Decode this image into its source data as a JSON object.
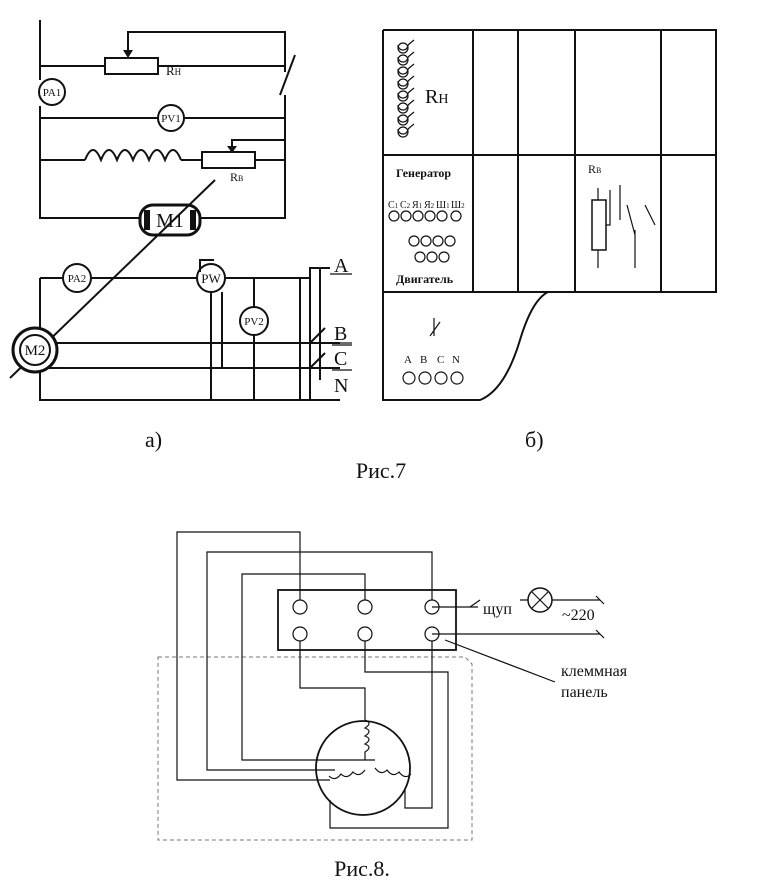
{
  "fig7": {
    "a": {
      "label": "а)",
      "meters": {
        "pa1": "PA1",
        "pv1": "PV1",
        "pa2": "PA2",
        "pw": "PW",
        "pv2": "PV2"
      },
      "resistors": {
        "rh": "R",
        "rh_sub": "H",
        "rb": "R",
        "rb_sub": "B"
      },
      "machines": {
        "m1": "M1",
        "m2": "M2"
      },
      "phases": {
        "a": "A",
        "b": "B",
        "c": "C",
        "n": "N"
      }
    },
    "b": {
      "label": "б)",
      "rh": "R",
      "rh_sub": "H",
      "rb": "R",
      "rb_sub": "B",
      "generator": "Генератор",
      "terminals": {
        "c1": "С",
        "c1_sub": "1",
        "c2": "С",
        "c2_sub": "2",
        "ya1": "Я",
        "ya1_sub": "1",
        "ya2": "Я",
        "ya2_sub": "2",
        "sh1": "Ш",
        "sh1_sub": "1",
        "sh2": "Ш",
        "sh2_sub": "2"
      },
      "motor": "Двигатель",
      "abcn": {
        "a": "A",
        "b": "B",
        "c": "C",
        "n": "N"
      }
    },
    "caption": "Рис.7"
  },
  "fig8": {
    "probe": "щуп",
    "voltage": "~220",
    "panel_line1": "клеммная",
    "panel_line2": "панель",
    "caption": "Рис.8."
  }
}
